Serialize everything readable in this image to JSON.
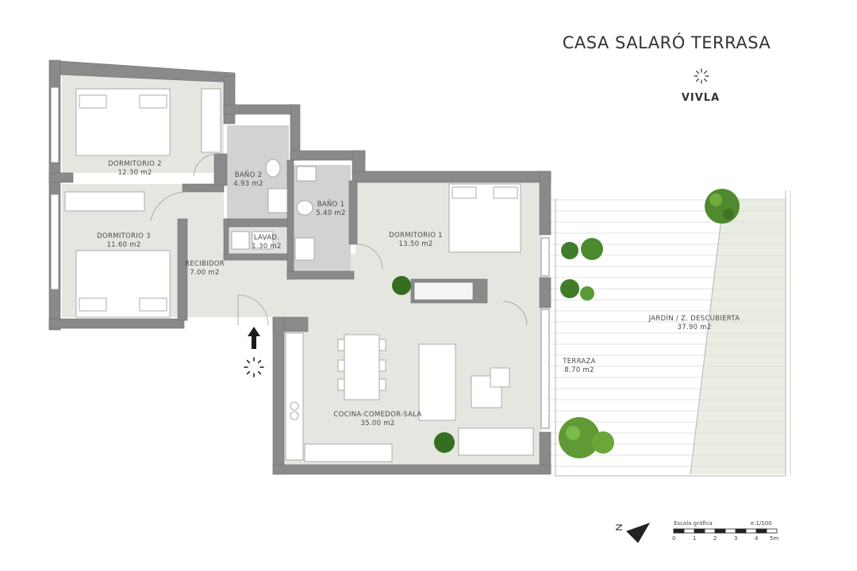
{
  "title": "CASA SALARÓ TERRASA",
  "brand": "VIVLA",
  "rooms": {
    "dormitorio2": {
      "name": "DORMITORIO 2",
      "area": "12.30 m2"
    },
    "dormitorio3": {
      "name": "DORMITORIO 3",
      "area": "11.60 m2"
    },
    "bano2": {
      "name": "BAÑO 2",
      "area": "4.93 m2"
    },
    "bano1": {
      "name": "BAÑO 1",
      "area": "5.40 m2"
    },
    "lavad": {
      "name": "LAVAD.",
      "area": "1.30 m2"
    },
    "recibidor": {
      "name": "RECIBIDOR",
      "area": "7.00 m2"
    },
    "dormitorio1": {
      "name": "DORMITORIO 1",
      "area": "13.50 m2"
    },
    "cocina": {
      "name": "COCINA-COMEDOR-SALA",
      "area": "35.00 m2"
    },
    "terraza": {
      "name": "TERRAZA",
      "area": "8.70 m2"
    },
    "jardin": {
      "name": "JARDÍN / Z. DESCUBIERTA",
      "area": "37.90 m2"
    }
  },
  "scale": {
    "title": "Escala gráfica",
    "ratio": "e.1/100",
    "ticks": [
      "0",
      "1",
      "2",
      "3",
      "4",
      "5m"
    ]
  },
  "colors": {
    "wall": "#8a8a8a",
    "floor": "#e6e6e1",
    "wet_floor": "#d2d2d2",
    "garden": "#e9ede2",
    "plant": "#4f8a2e"
  },
  "icons": [
    "entrance-arrow-icon",
    "entrance-sun-icon",
    "logo-sun-icon",
    "north-arrow-icon"
  ]
}
